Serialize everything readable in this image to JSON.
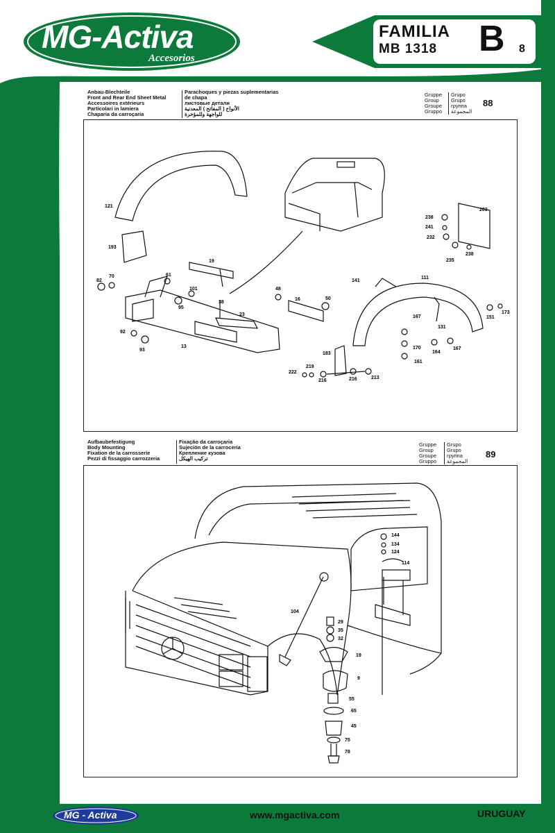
{
  "brand": {
    "name": "MG-Activa",
    "tagline": "Accesorios",
    "footer_name": "MG - Activa"
  },
  "family": {
    "label": "FAMILIA",
    "model": "MB 1318",
    "letter": "B",
    "number": "8"
  },
  "colors": {
    "green": "#0b7a3a",
    "dark": "#111111"
  },
  "section1": {
    "left_lines": [
      "Anbau-Blechteile",
      "Front and Rear End Sheet Metal",
      "Accessoires extérieurs",
      "Particolari in lamiera",
      "Chaparia da carroçaria"
    ],
    "mid_lines": [
      "Parachoques y piezas suplementarias",
      "de chapa",
      "листовые детали",
      "الأنواح ( المفاتح ) المعدنية",
      "للواجهة وللمؤخرة"
    ],
    "group_labels": [
      "Gruppe",
      "Group",
      "Groupe",
      "Gruppo"
    ],
    "group_labels2": [
      "Grupo",
      "Grupo",
      "группа",
      "المجموعة"
    ],
    "group_number": "88"
  },
  "section2": {
    "left_lines": [
      "Aufbaubefestigung",
      "Body Mounting",
      "Fixation de la carrosserie",
      "Pezzi di fissaggio carrozzeria"
    ],
    "mid_lines": [
      "Fixação da carroçaria",
      "Sujeción de la carrocería",
      "Крепление кузова",
      "تركيب الهيكل"
    ],
    "group_labels": [
      "Gruppe",
      "Group",
      "Groupe",
      "Gruppo"
    ],
    "group_labels2": [
      "Grupo",
      "Grupo",
      "группа",
      "المجموعة"
    ],
    "group_number": "89"
  },
  "diagram1_labels": [
    "121",
    "193",
    "19",
    "61",
    "82",
    "70",
    "101",
    "95",
    "38",
    "23",
    "48",
    "16",
    "50",
    "92",
    "93",
    "13",
    "141",
    "111",
    "203",
    "238",
    "241",
    "232",
    "235",
    "238",
    "167",
    "131",
    "151",
    "173",
    "170",
    "161",
    "164",
    "167",
    "183",
    "219",
    "222",
    "216",
    "216",
    "213"
  ],
  "diagram2_labels": [
    "144",
    "134",
    "124",
    "114",
    "104",
    "29",
    "35",
    "32",
    "19",
    "9",
    "55",
    "65",
    "45",
    "75",
    "78"
  ],
  "footer": {
    "url": "www.mgactiva.com",
    "country": "URUGUAY"
  }
}
